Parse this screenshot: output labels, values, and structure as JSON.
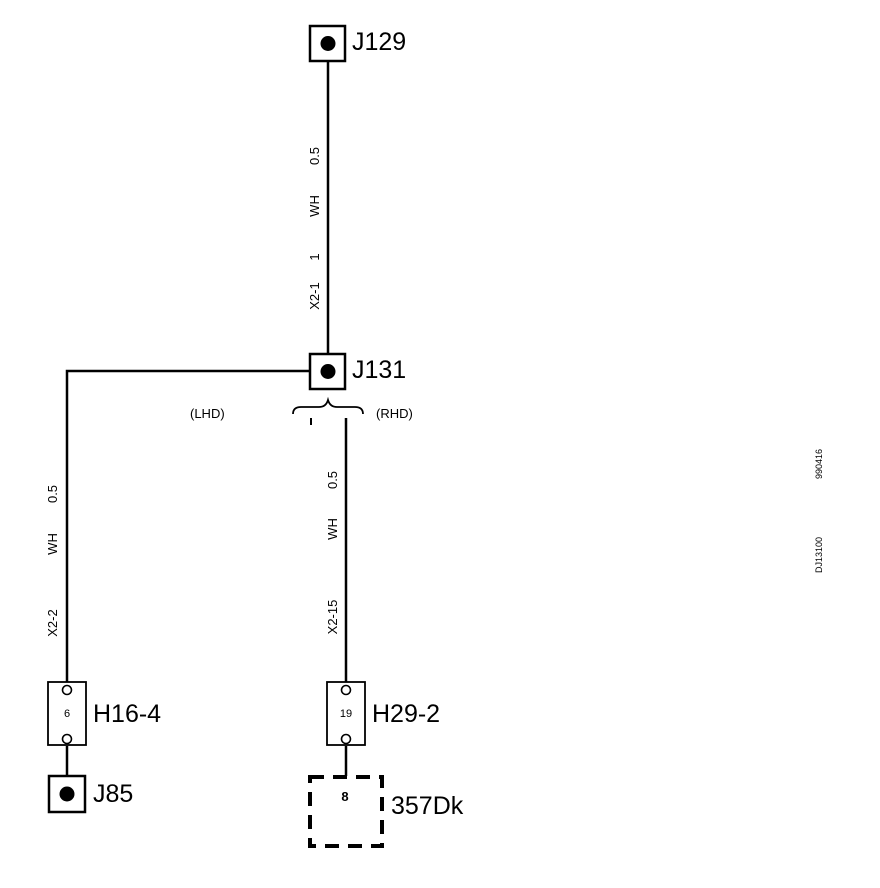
{
  "connectors": {
    "top": "J129",
    "middle": "J131",
    "bottom_left": "J85"
  },
  "splices": {
    "left": {
      "label": "H16-4",
      "pin": "6"
    },
    "right": {
      "label": "H29-2",
      "pin": "19"
    }
  },
  "component": {
    "label": "357Dk",
    "pin": "8"
  },
  "wires": {
    "top": {
      "size": "0.5",
      "color": "WH",
      "pin": "1",
      "plug": "X2-1"
    },
    "left": {
      "size": "0.5",
      "color": "WH",
      "plug": "X2-2"
    },
    "right": {
      "size": "0.5",
      "color": "WH",
      "plug": "X2-15"
    }
  },
  "variants": {
    "left": "(LHD)",
    "right": "(RHD)"
  },
  "ids": {
    "date": "990416",
    "drawing": "DJ13100"
  }
}
